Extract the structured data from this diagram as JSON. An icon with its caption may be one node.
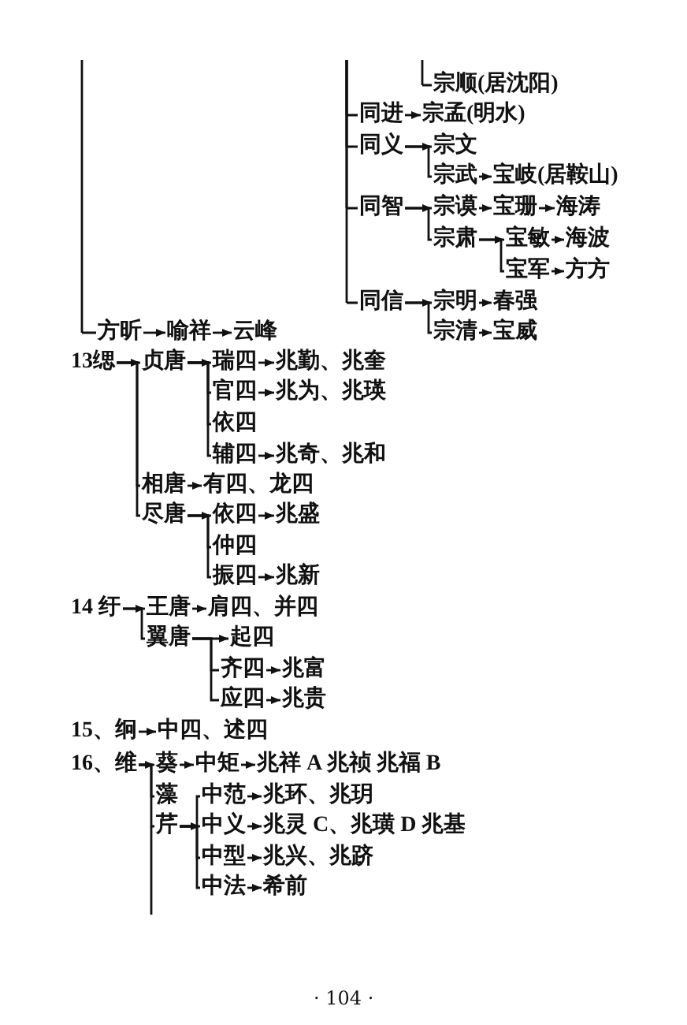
{
  "diagram": {
    "nodes": [
      {
        "text": [
          "宗顺(居沈阳)"
        ]
      },
      {
        "text": [
          "同进"
        ]
      },
      {
        "text": [
          "宗孟(明水)"
        ]
      },
      {
        "text": [
          "同义"
        ]
      },
      {
        "text": [
          "宗文"
        ]
      },
      {
        "text": [
          "宗武"
        ]
      },
      {
        "text": [
          "宝岐(居鞍山)"
        ]
      },
      {
        "text": [
          "同智"
        ]
      },
      {
        "text": [
          "宗谟"
        ]
      },
      {
        "text": [
          "宝珊"
        ]
      },
      {
        "text": [
          "海涛"
        ]
      },
      {
        "text": [
          "宗肃"
        ]
      },
      {
        "text": [
          "宝敏"
        ]
      },
      {
        "text": [
          "海波"
        ]
      },
      {
        "text": [
          "宝军"
        ]
      },
      {
        "text": [
          "方方"
        ]
      },
      {
        "text": [
          "同信"
        ]
      },
      {
        "text": [
          "宗明"
        ]
      },
      {
        "text": [
          "春强"
        ]
      },
      {
        "text": [
          "宗清"
        ]
      },
      {
        "text": [
          "宝威"
        ]
      },
      {
        "text": [
          "方昕"
        ]
      },
      {
        "text": [
          "喻祥"
        ]
      },
      {
        "text": [
          "云峰"
        ]
      },
      {
        "text": [
          "13缌"
        ]
      },
      {
        "text": [
          "贞唐"
        ]
      },
      {
        "text": [
          "瑞四"
        ]
      },
      {
        "text": [
          "兆勤、兆奎"
        ]
      },
      {
        "text": [
          "官四"
        ]
      },
      {
        "text": [
          "兆为、兆瑛"
        ]
      },
      {
        "text": [
          "依四"
        ]
      },
      {
        "text": [
          "辅四"
        ]
      },
      {
        "text": [
          "兆奇、兆和"
        ]
      },
      {
        "text": [
          "相唐"
        ]
      },
      {
        "text": [
          "有四、龙四"
        ]
      },
      {
        "text": [
          "尽唐"
        ]
      },
      {
        "text": [
          "依四"
        ]
      },
      {
        "text": [
          "兆盛"
        ]
      },
      {
        "text": [
          "仲四"
        ]
      },
      {
        "text": [
          "振四"
        ]
      },
      {
        "text": [
          "兆新"
        ]
      },
      {
        "text": [
          "14 纡"
        ]
      },
      {
        "text": [
          "王唐"
        ]
      },
      {
        "text": [
          "肩四、并四"
        ]
      },
      {
        "text": [
          "翼唐"
        ]
      },
      {
        "text": [
          "起四"
        ]
      },
      {
        "text": [
          "齐四"
        ]
      },
      {
        "text": [
          "兆富"
        ]
      },
      {
        "text": [
          "应四"
        ]
      },
      {
        "text": [
          "兆贵"
        ]
      },
      {
        "text": [
          "15、䌹"
        ]
      },
      {
        "text": [
          "中四、述四"
        ]
      },
      {
        "text": [
          "16、维"
        ]
      },
      {
        "text": [
          "葵"
        ]
      },
      {
        "text": [
          "中矩"
        ]
      },
      {
        "text": [
          "兆祥 A 兆祯  兆福 B"
        ]
      },
      {
        "text": [
          "藻"
        ]
      },
      {
        "text": [
          "芹"
        ]
      },
      {
        "text": [
          "中范"
        ]
      },
      {
        "text": [
          "兆环、兆玥"
        ]
      },
      {
        "text": [
          "中义"
        ]
      },
      {
        "text": [
          "兆灵 C、兆璜 D 兆基"
        ]
      },
      {
        "text": [
          "中型"
        ]
      },
      {
        "text": [
          "兆兴、兆跻"
        ]
      },
      {
        "text": [
          "中法"
        ]
      },
      {
        "text": [
          "希前"
        ]
      }
    ],
    "edges": [
      {
        "from": null,
        "to": 0,
        "arrow": "none"
      },
      {
        "from": null,
        "to": 1,
        "arrow": "none"
      },
      {
        "from": null,
        "to": 3,
        "arrow": "none"
      },
      {
        "from": null,
        "to": 7,
        "arrow": "none"
      },
      {
        "from": null,
        "to": 16,
        "arrow": "none"
      },
      {
        "from": null,
        "to": 21,
        "arrow": "none"
      },
      {
        "from": 1,
        "to": 2,
        "arrow": "to"
      },
      {
        "from": 3,
        "to": 4,
        "arrow": "to"
      },
      {
        "from": 3,
        "to": 5,
        "arrow": "none"
      },
      {
        "from": 5,
        "to": 6,
        "arrow": "to"
      },
      {
        "from": 7,
        "to": 8,
        "arrow": "to"
      },
      {
        "from": 7,
        "to": 11,
        "arrow": "none"
      },
      {
        "from": 8,
        "to": 9,
        "arrow": "to"
      },
      {
        "from": 9,
        "to": 10,
        "arrow": "to"
      },
      {
        "from": 11,
        "to": 12,
        "arrow": "to"
      },
      {
        "from": 11,
        "to": 14,
        "arrow": "none"
      },
      {
        "from": 12,
        "to": 13,
        "arrow": "to"
      },
      {
        "from": 14,
        "to": 15,
        "arrow": "to"
      },
      {
        "from": 16,
        "to": 17,
        "arrow": "to"
      },
      {
        "from": 16,
        "to": 19,
        "arrow": "none"
      },
      {
        "from": 17,
        "to": 18,
        "arrow": "to"
      },
      {
        "from": 19,
        "to": 20,
        "arrow": "to"
      },
      {
        "from": 21,
        "to": 22,
        "arrow": "to"
      },
      {
        "from": 22,
        "to": 23,
        "arrow": "to"
      },
      {
        "from": 24,
        "to": 25,
        "arrow": "to"
      },
      {
        "from": 24,
        "to": 33,
        "arrow": "none"
      },
      {
        "from": 24,
        "to": 35,
        "arrow": "none"
      },
      {
        "from": 25,
        "to": 26,
        "arrow": "to"
      },
      {
        "from": 25,
        "to": 28,
        "arrow": "none"
      },
      {
        "from": 25,
        "to": 30,
        "arrow": "none"
      },
      {
        "from": 25,
        "to": 31,
        "arrow": "none"
      },
      {
        "from": 26,
        "to": 27,
        "arrow": "to"
      },
      {
        "from": 28,
        "to": 29,
        "arrow": "to"
      },
      {
        "from": 31,
        "to": 32,
        "arrow": "to"
      },
      {
        "from": 33,
        "to": 34,
        "arrow": "to"
      },
      {
        "from": 35,
        "to": 36,
        "arrow": "to"
      },
      {
        "from": 35,
        "to": 38,
        "arrow": "none"
      },
      {
        "from": 35,
        "to": 39,
        "arrow": "none"
      },
      {
        "from": 36,
        "to": 37,
        "arrow": "to"
      },
      {
        "from": 39,
        "to": 40,
        "arrow": "to"
      },
      {
        "from": 41,
        "to": 42,
        "arrow": "to"
      },
      {
        "from": 41,
        "to": 44,
        "arrow": "none"
      },
      {
        "from": 42,
        "to": 43,
        "arrow": "to"
      },
      {
        "from": 44,
        "to": 45,
        "arrow": "to"
      },
      {
        "from": 44,
        "to": 46,
        "arrow": "none"
      },
      {
        "from": 44,
        "to": 48,
        "arrow": "none"
      },
      {
        "from": 46,
        "to": 47,
        "arrow": "to"
      },
      {
        "from": 48,
        "to": 49,
        "arrow": "to"
      },
      {
        "from": 50,
        "to": 51,
        "arrow": "to"
      },
      {
        "from": 52,
        "to": 53,
        "arrow": "to"
      },
      {
        "from": 52,
        "to": 56,
        "arrow": "none"
      },
      {
        "from": 52,
        "to": 57,
        "arrow": "none"
      },
      {
        "from": 53,
        "to": 54,
        "arrow": "to"
      },
      {
        "from": 54,
        "to": 55,
        "arrow": "to"
      },
      {
        "from": 57,
        "to": 58,
        "arrow": "none"
      },
      {
        "from": 57,
        "to": 60,
        "arrow": "to"
      },
      {
        "from": 57,
        "to": 62,
        "arrow": "none"
      },
      {
        "from": 57,
        "to": 64,
        "arrow": "none"
      },
      {
        "from": 58,
        "to": 59,
        "arrow": "to"
      },
      {
        "from": 60,
        "to": 61,
        "arrow": "to"
      },
      {
        "from": 62,
        "to": 63,
        "arrow": "to"
      },
      {
        "from": 64,
        "to": 65,
        "arrow": "to"
      }
    ],
    "labels": [
      "· 104 ·"
    ]
  }
}
